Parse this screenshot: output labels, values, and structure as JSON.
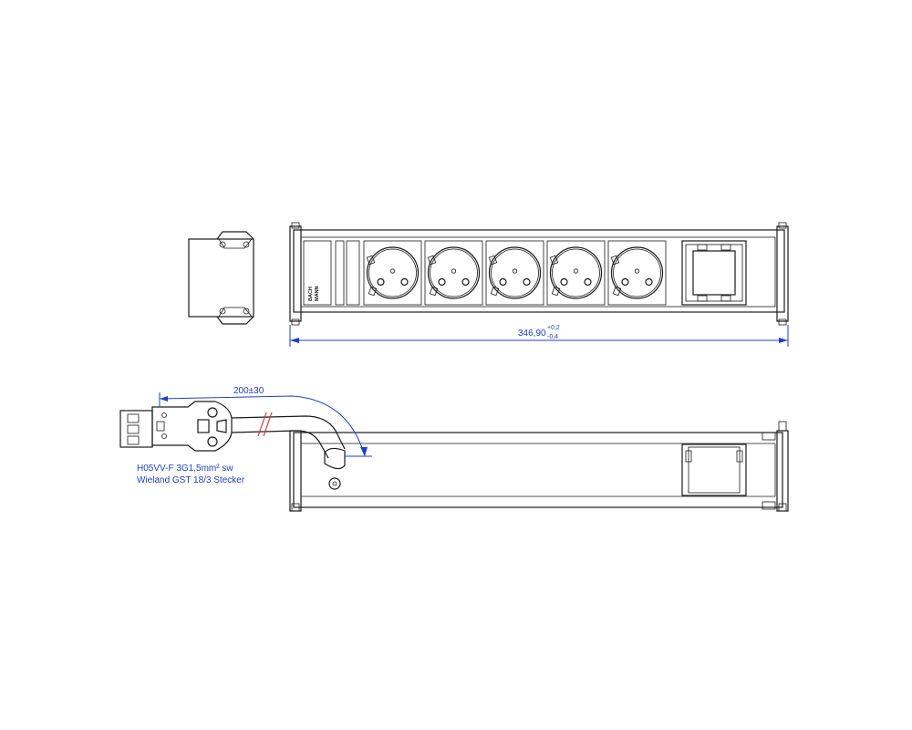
{
  "dimensions": {
    "length": {
      "value": "346,90",
      "tol_upper": "+0,2",
      "tol_lower": "-0,4"
    },
    "cable_length": {
      "value": "200±30"
    }
  },
  "brand": {
    "line1": "BACH",
    "line2": "MANN"
  },
  "cable_note": {
    "line1": "H05VV-F 3G1,5mm² sw",
    "line2": "Wieland GST 18/3 Stecker"
  },
  "colors": {
    "dimension": "#1f3fc8",
    "cut_mark": "#d62a2a",
    "line": "#1a1a1a"
  }
}
